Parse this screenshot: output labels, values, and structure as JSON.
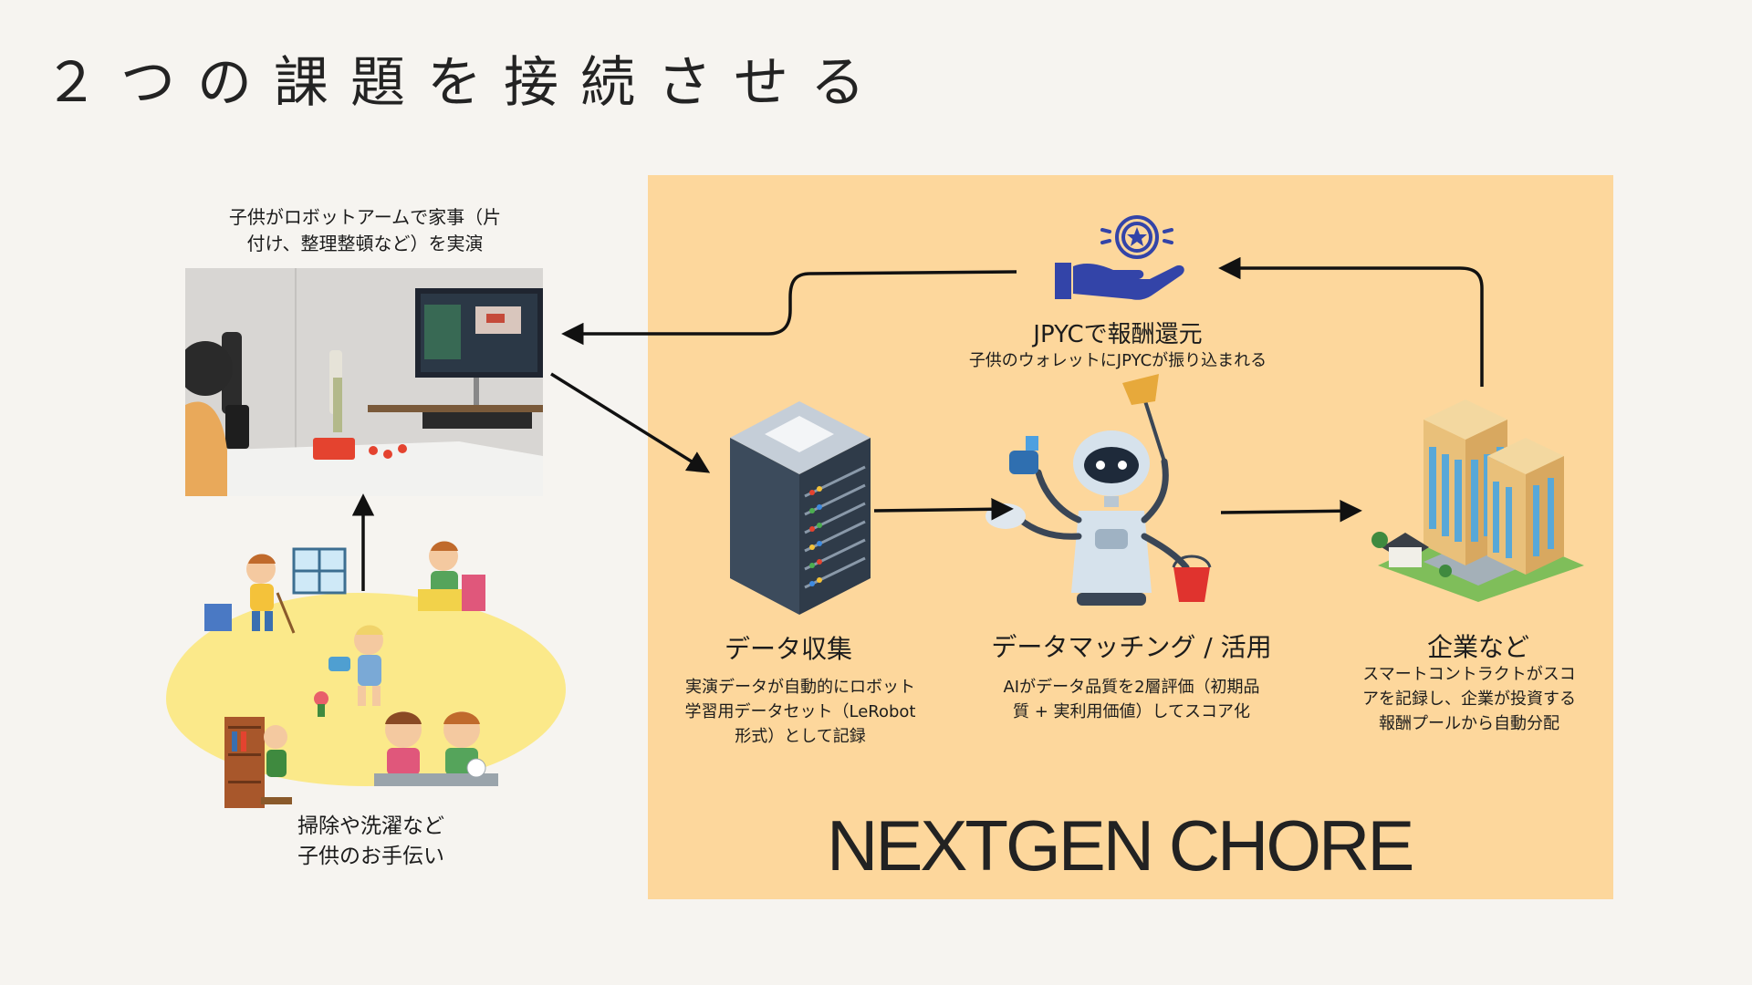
{
  "slide": {
    "title": "２つの課題を接続させる",
    "brand": "NEXTGEN CHORE"
  },
  "left": {
    "photo_caption_line1": "子供がロボットアームで家事（片",
    "photo_caption_line2": "付け、整理整頓など）を実演",
    "chores_caption_line1": "掃除や洗濯など",
    "chores_caption_line2": "子供のお手伝い"
  },
  "reward": {
    "title": "JPYCで報酬還元",
    "desc": "子供のウォレットにJPYCが振り込まれる",
    "icon": "hand-with-star-medal-icon"
  },
  "steps": [
    {
      "title": "データ収集",
      "desc_lines": [
        "実演データが自動的にロボット",
        "学習用データセット（LeRobot",
        "形式）として記録"
      ],
      "icon": "server-rack-icon"
    },
    {
      "title": "データマッチング / 活用",
      "desc_lines": [
        "AIがデータ品質を2層評価（初期品",
        "質 + 実利用価値）してスコア化"
      ],
      "icon": "cleaning-robot-icon"
    },
    {
      "title": "企業など",
      "desc_lines": [
        "スマートコントラクトがスコ",
        "アを記録し、企業が投資する",
        "報酬プールから自動分配"
      ],
      "icon": "office-buildings-icon"
    }
  ],
  "colors": {
    "background": "#f6f4f0",
    "panel": "#fdd79c",
    "splash": "#fbe98a",
    "reward_icon": "#3344a8",
    "arrow": "#111111"
  }
}
